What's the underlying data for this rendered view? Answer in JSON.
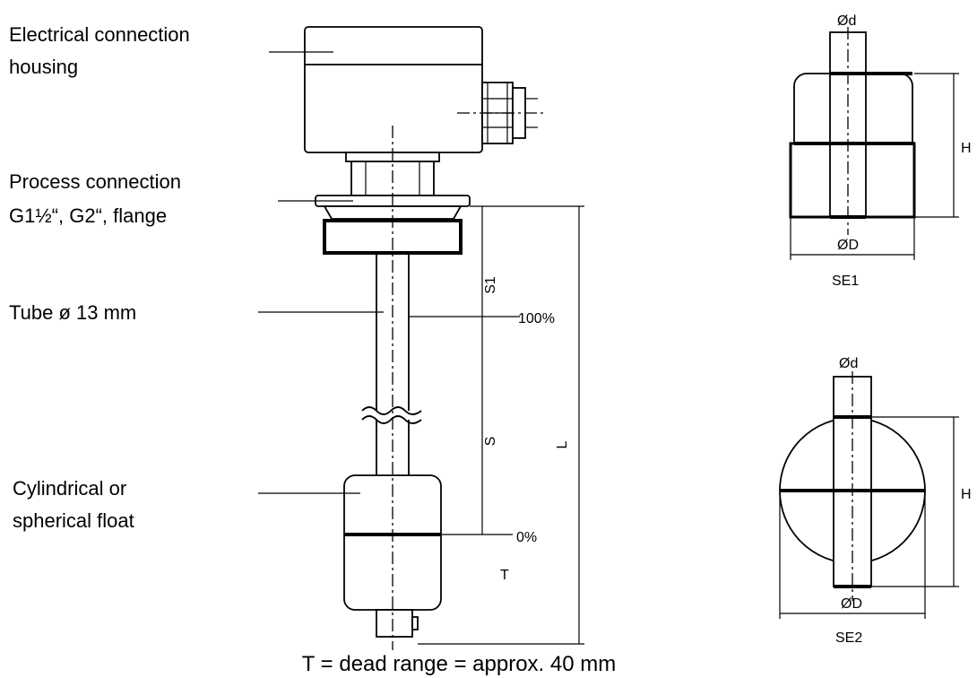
{
  "labels": {
    "housing_line1": "Electrical connection",
    "housing_line2": "housing",
    "process_line1": "Process connection",
    "process_line2": "G1½“, G2“, flange",
    "tube": "Tube ø 13 mm",
    "float_line1": "Cylindrical or",
    "float_line2": "spherical float"
  },
  "dimensions": {
    "s1": "S1",
    "s": "S",
    "l": "L",
    "t": "T",
    "level_100": "100%",
    "level_0": "0%"
  },
  "float_se1": {
    "small_diameter": "Ød",
    "large_diameter": "ØD",
    "height": "H",
    "name": "SE1"
  },
  "float_se2": {
    "small_diameter": "Ød",
    "large_diameter": "ØD",
    "height": "H",
    "name": "SE2"
  },
  "caption": "T = dead range = approx. 40 mm"
}
